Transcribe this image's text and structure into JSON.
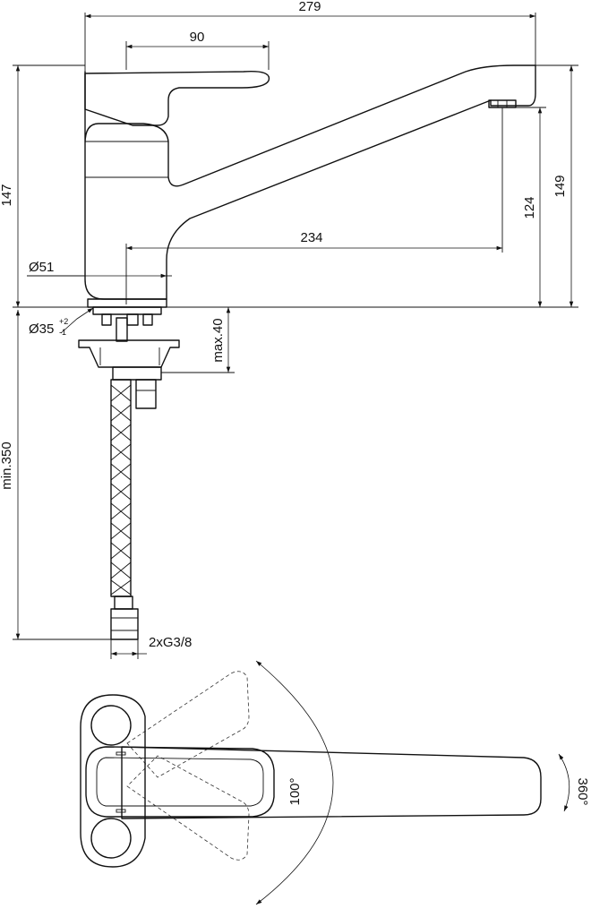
{
  "dimensions": {
    "overall_length": "279",
    "lever_length": "90",
    "overall_height": "149",
    "body_height": "147",
    "spout_height": "124",
    "spout_reach": "234",
    "body_diameter": "Ø51",
    "hole_diameter": "Ø35",
    "hole_tol_plus": "+2",
    "hole_tol_minus": "-1",
    "max_deck": "max.40",
    "hose_min": "min.350",
    "connection": "2xG3/8"
  },
  "angles": {
    "lever_swing": "100°",
    "spout_rotation": "360°"
  }
}
